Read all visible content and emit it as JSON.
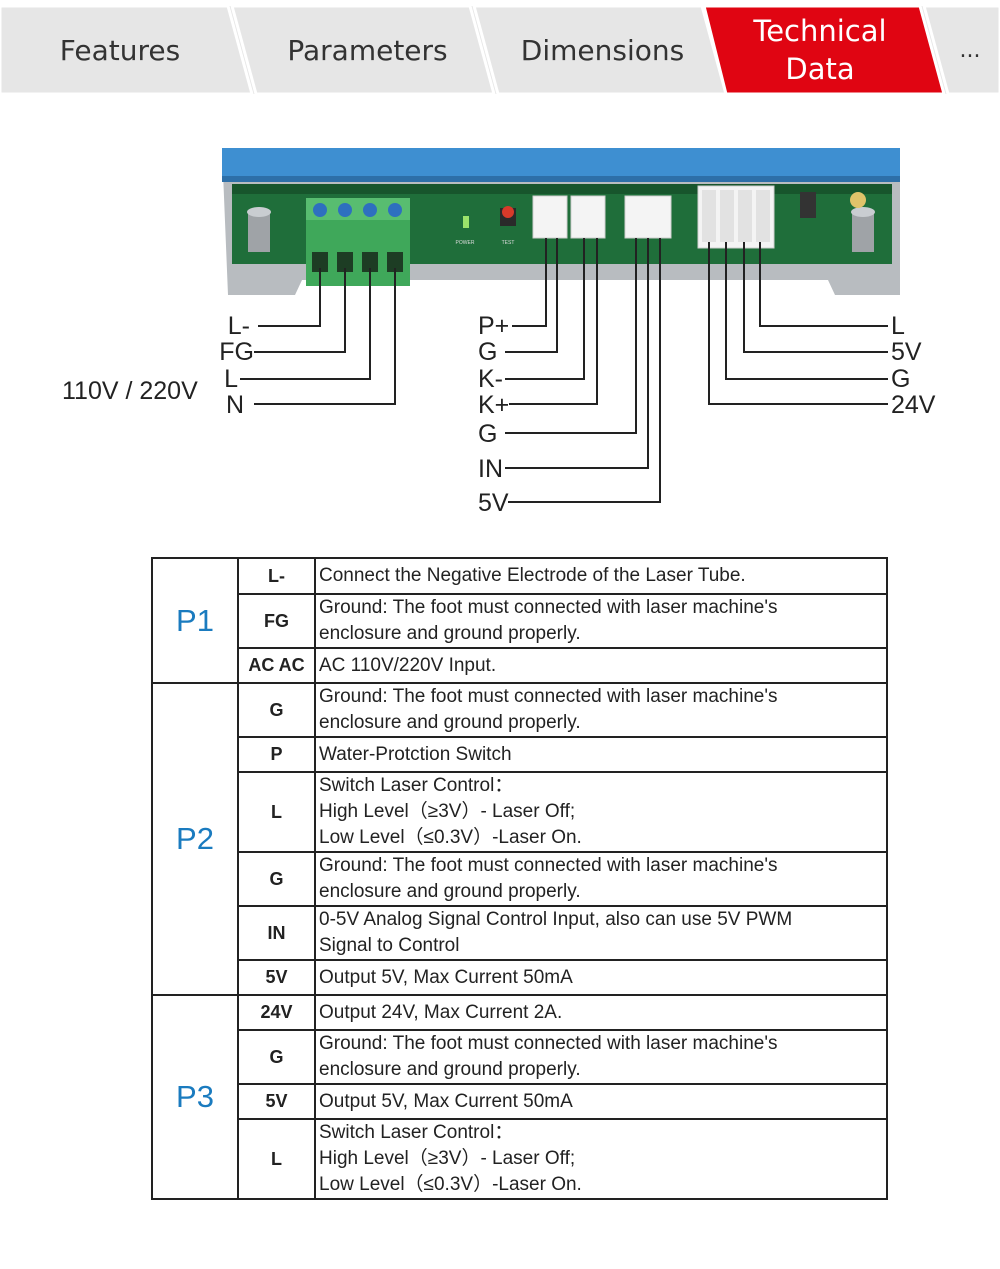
{
  "tabs": [
    {
      "label": "Features",
      "active": false
    },
    {
      "label": "Parameters",
      "active": false
    },
    {
      "label": "Dimensions",
      "active": false
    },
    {
      "label_lines": [
        "Technical",
        "Data"
      ],
      "active": true
    },
    {
      "label": "...",
      "active": false
    }
  ],
  "colors": {
    "tab_bg": "#e6e6e6",
    "tab_active": "#e00512",
    "group_label": "#1a7bbf",
    "pcb": "#1f6e3a",
    "terminal_block": "#3fa85a",
    "housing_blue": "#3e8fd1",
    "housing_metal": "#b8bcc0"
  },
  "diagram": {
    "input_label": "110V / 220V",
    "p1_pins": [
      "L-",
      "FG",
      "L",
      "N"
    ],
    "p2_pins": [
      "P+",
      "G",
      "K-",
      "K+",
      "G",
      "IN",
      "5V"
    ],
    "p3_pins": [
      "L",
      "5V",
      "G",
      "24V"
    ],
    "board_labels": {
      "power": "POWER",
      "test": "TEST"
    }
  },
  "table": {
    "groups": [
      {
        "name": "P1",
        "rows": [
          {
            "pin": "L-",
            "desc": [
              "Connect the Negative Electrode of the Laser Tube."
            ]
          },
          {
            "pin": "FG",
            "desc": [
              "Ground: The foot must connected with laser machine's",
              "enclosure and ground properly."
            ]
          },
          {
            "pin": "AC AC",
            "desc": [
              "AC 110V/220V Input."
            ]
          }
        ]
      },
      {
        "name": "P2",
        "rows": [
          {
            "pin": "G",
            "desc": [
              "Ground: The foot must connected with laser machine's",
              "enclosure and ground properly."
            ]
          },
          {
            "pin": "P",
            "desc": [
              "Water-Protction Switch"
            ]
          },
          {
            "pin": "L",
            "desc": [
              "Switch Laser Control：",
              "High Level（≥3V）- Laser Off;",
              "Low Level（≤0.3V）-Laser On."
            ]
          },
          {
            "pin": "G",
            "desc": [
              "Ground: The foot must connected with laser machine's",
              "enclosure and ground properly."
            ]
          },
          {
            "pin": "IN",
            "desc": [
              "0-5V Analog Signal Control Input, also can use 5V PWM",
              "Signal to Control"
            ]
          },
          {
            "pin": "5V",
            "desc": [
              "Output 5V, Max Current 50mA"
            ]
          }
        ]
      },
      {
        "name": "P3",
        "rows": [
          {
            "pin": "24V",
            "desc": [
              "Output 24V, Max Current 2A."
            ]
          },
          {
            "pin": "G",
            "desc": [
              "Ground: The foot must connected with laser machine's",
              "enclosure and ground properly."
            ]
          },
          {
            "pin": "5V",
            "desc": [
              "Output 5V, Max Current 50mA"
            ]
          },
          {
            "pin": "L",
            "desc": [
              "Switch Laser Control：",
              "High Level（≥3V）- Laser Off;",
              "Low Level（≤0.3V）-Laser On."
            ]
          }
        ]
      }
    ]
  }
}
